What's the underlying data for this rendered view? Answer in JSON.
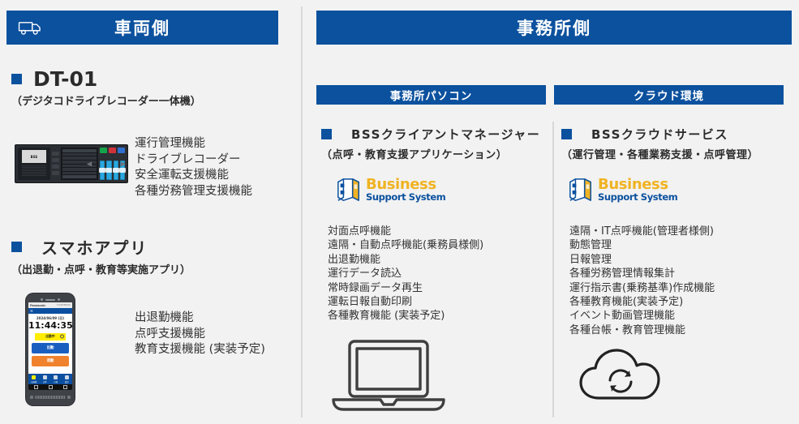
{
  "colors": {
    "brand_blue": "#0b519e",
    "background": "#f2f2f2",
    "logo_gold": "#f0b323",
    "text": "#333333"
  },
  "headers": {
    "vehicle": {
      "title": "車両側",
      "icon": "truck-icon"
    },
    "office": {
      "title": "事務所側"
    }
  },
  "sub_headers": {
    "pc": "事務所パソコン",
    "cloud": "クラウド環境"
  },
  "vehicle_side": {
    "dt01": {
      "title": "DT-01",
      "subtitle": "（デジタコドライブレコーダー一体機）",
      "device_icon": "dt01-device-image",
      "features": [
        "運行管理機能",
        "ドライブレコーダー",
        "安全運転支援機能",
        "各種労務管理支援機能"
      ]
    },
    "app": {
      "title": "スマホアプリ",
      "subtitle": "（出退勤・点呼・教育等実施アプリ）",
      "device_icon": "smartphone-device-image",
      "features": [
        "出退勤機能",
        "点呼支援機能",
        "教育支援機能 (実装予定)"
      ],
      "phone_screen": {
        "brand": "Panasonic",
        "carrier": "TOUGHBOOK",
        "date": "2024/06/09 (日)",
        "time": "11:44:35",
        "status": "出勤中",
        "button_in": "出勤",
        "button_out": "退勤",
        "tabs": [
          "出退勤",
          "点呼",
          "日報",
          "設定"
        ]
      }
    }
  },
  "office_side": {
    "pc": {
      "title": "BSSクライアントマネージャー",
      "subtitle": "（点呼・教育支援アプリケーション）",
      "logo": {
        "line1": "Business",
        "line2": "Support System",
        "mark": "bss-logo-mark-icon"
      },
      "features": [
        "対面点呼機能",
        "遠隔・自動点呼機能(乗務員様側)",
        "出退勤機能",
        "運行データ読込",
        "常時録画データ再生",
        "運転日報自動印刷",
        "各種教育機能 (実装予定)"
      ],
      "device_icon": "laptop-icon"
    },
    "cloud": {
      "title": "BSSクラウドサービス",
      "subtitle": "（運行管理・各種業務支援・点呼管理）",
      "logo": {
        "line1": "Business",
        "line2": "Support System",
        "mark": "bss-logo-mark-icon"
      },
      "features": [
        "遠隔・IT点呼機能(管理者様側)",
        "動態管理",
        "日報管理",
        "各種労務管理情報集計",
        "運行指示書(乗務基準)作成機能",
        "各種教育機能(実装予定)",
        "イベント動画管理機能",
        "各種台帳・教育管理機能"
      ],
      "device_icon": "cloud-sync-icon"
    }
  }
}
